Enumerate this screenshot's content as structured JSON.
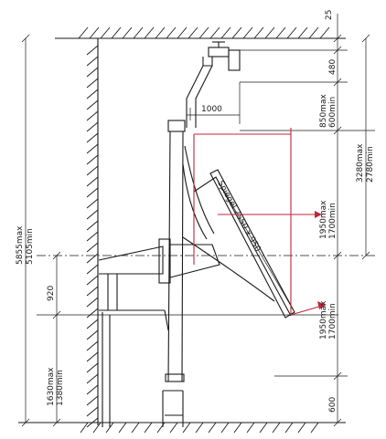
{
  "dimensions": {
    "d25": "25",
    "d480": "480",
    "d1000": "1000",
    "d850max": "850max",
    "d600min": "600min",
    "d3280max": "3280max",
    "d2780min": "2780min",
    "d1950max_a": "1950max",
    "d1700min_a": "1700min",
    "d5855max": "5855max",
    "d5105min": "5105min",
    "d920": "920",
    "d1950max_b": "1950max",
    "d1700min_b": "1700min",
    "d1630max": "1630max",
    "d1380min": "1380min",
    "d600": "600"
  },
  "labels": {
    "mirror": "Spiegel 2550 x 950"
  },
  "colors": {
    "ink": "#1a1a1a",
    "accent_red": "#c0263a"
  }
}
